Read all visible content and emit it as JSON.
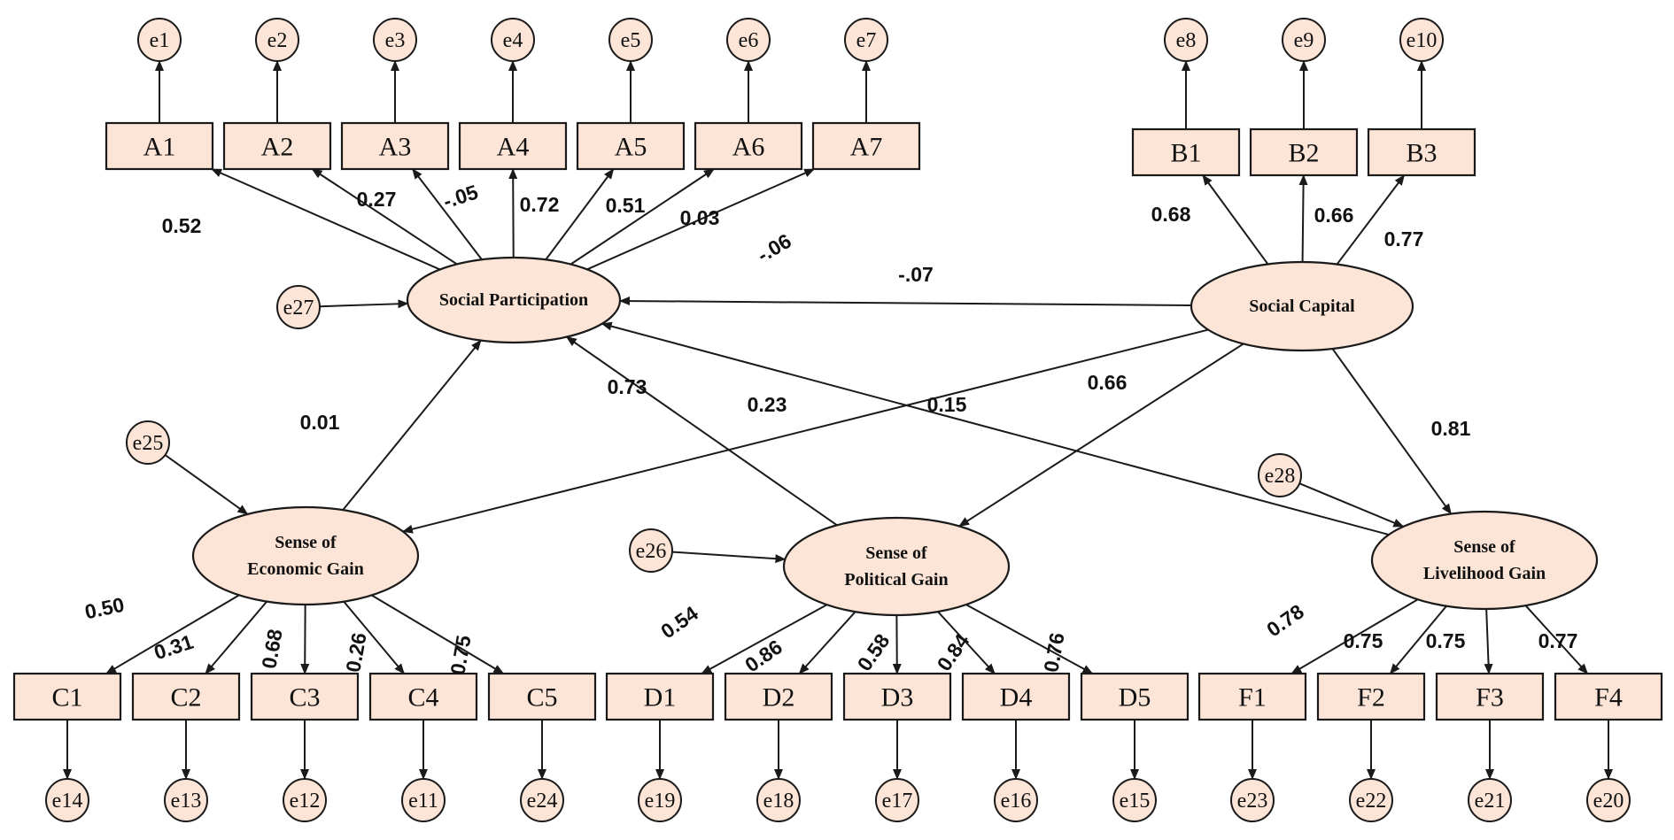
{
  "latents": {
    "sp": [
      "Social Participation"
    ],
    "sc": [
      "Social Capital"
    ],
    "eg": [
      "Sense of",
      "Economic  Gain"
    ],
    "pg": [
      "Sense of",
      "Political Gain"
    ],
    "lg": [
      "Sense of",
      "Livelihood Gain"
    ]
  },
  "indicators": {
    "A1": "A1",
    "A2": "A2",
    "A3": "A3",
    "A4": "A4",
    "A5": "A5",
    "A6": "A6",
    "A7": "A7",
    "B1": "B1",
    "B2": "B2",
    "B3": "B3",
    "C1": "C1",
    "C2": "C2",
    "C3": "C3",
    "C4": "C4",
    "C5": "C5",
    "D1": "D1",
    "D2": "D2",
    "D3": "D3",
    "D4": "D4",
    "D5": "D5",
    "F1": "F1",
    "F2": "F2",
    "F3": "F3",
    "F4": "F4"
  },
  "errors": {
    "e1": "e1",
    "e2": "e2",
    "e3": "e3",
    "e4": "e4",
    "e5": "e5",
    "e6": "e6",
    "e7": "e7",
    "e8": "e8",
    "e9": "e9",
    "e10": "e10",
    "e11": "e11",
    "e12": "e12",
    "e13": "e13",
    "e14": "e14",
    "e15": "e15",
    "e16": "e16",
    "e17": "e17",
    "e18": "e18",
    "e19": "e19",
    "e20": "e20",
    "e21": "e21",
    "e22": "e22",
    "e23": "e23",
    "e24": "e24",
    "e25": "e25",
    "e26": "e26",
    "e27": "e27",
    "e28": "e28"
  },
  "loadings": {
    "sp_A1": "0.52",
    "sp_A2": "0.27",
    "sp_A3": "-.05",
    "sp_A4": "0.72",
    "sp_A5": "0.51",
    "sp_A6": "0.03",
    "sp_A7": "-.06",
    "sc_B1": "0.68",
    "sc_B2": "0.66",
    "sc_B3": "0.77",
    "eg_C1": "0.50",
    "eg_C2": "0.31",
    "eg_C3": "0.68",
    "eg_C4": "0.26",
    "eg_C5": "0.75",
    "pg_D1": "0.54",
    "pg_D2": "0.86",
    "pg_D3": "0.58",
    "pg_D4": "0.84",
    "pg_D5": "0.76",
    "lg_F1": "0.78",
    "lg_F2": "0.75",
    "lg_F3": "0.75",
    "lg_F4": "0.77"
  },
  "paths": {
    "sc_sp": "-.07",
    "eg_sp": "0.01",
    "pg_sp": "0.73",
    "lg_sp": "0.23",
    "sc_eg": "0.15",
    "sc_pg": "0.66",
    "sc_lg": "0.81"
  },
  "colors": {
    "fill": "#fce4d6",
    "stroke": "#1a1a1a"
  }
}
